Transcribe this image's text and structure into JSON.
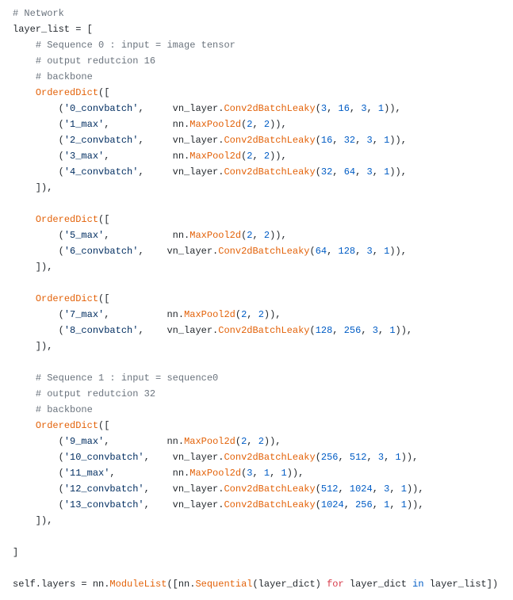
{
  "colors": {
    "comment": "#6a737d",
    "string": "#032f62",
    "function": "#e36209",
    "number": "#005cc5",
    "keyword": "#d73a49",
    "text": "#24292e",
    "background": "#ffffff"
  },
  "lines": [
    [
      {
        "t": "c",
        "v": "# Network"
      }
    ],
    [
      {
        "t": "p",
        "v": "layer_list = ["
      }
    ],
    [
      {
        "t": "p",
        "v": "    "
      },
      {
        "t": "c",
        "v": "# Sequence 0 : input = image tensor"
      }
    ],
    [
      {
        "t": "p",
        "v": "    "
      },
      {
        "t": "c",
        "v": "# output redutcion 16"
      }
    ],
    [
      {
        "t": "p",
        "v": "    "
      },
      {
        "t": "c",
        "v": "# backbone"
      }
    ],
    [
      {
        "t": "p",
        "v": "    "
      },
      {
        "t": "f",
        "v": "OrderedDict"
      },
      {
        "t": "p",
        "v": "(["
      }
    ],
    [
      {
        "t": "p",
        "v": "        ("
      },
      {
        "t": "s",
        "v": "'0_convbatch'"
      },
      {
        "t": "p",
        "v": ",     vn_layer."
      },
      {
        "t": "f",
        "v": "Conv2dBatchLeaky"
      },
      {
        "t": "p",
        "v": "("
      },
      {
        "t": "n",
        "v": "3"
      },
      {
        "t": "p",
        "v": ", "
      },
      {
        "t": "n",
        "v": "16"
      },
      {
        "t": "p",
        "v": ", "
      },
      {
        "t": "n",
        "v": "3"
      },
      {
        "t": "p",
        "v": ", "
      },
      {
        "t": "n",
        "v": "1"
      },
      {
        "t": "p",
        "v": ")),"
      }
    ],
    [
      {
        "t": "p",
        "v": "        ("
      },
      {
        "t": "s",
        "v": "'1_max'"
      },
      {
        "t": "p",
        "v": ",           nn."
      },
      {
        "t": "f",
        "v": "MaxPool2d"
      },
      {
        "t": "p",
        "v": "("
      },
      {
        "t": "n",
        "v": "2"
      },
      {
        "t": "p",
        "v": ", "
      },
      {
        "t": "n",
        "v": "2"
      },
      {
        "t": "p",
        "v": ")),"
      }
    ],
    [
      {
        "t": "p",
        "v": "        ("
      },
      {
        "t": "s",
        "v": "'2_convbatch'"
      },
      {
        "t": "p",
        "v": ",     vn_layer."
      },
      {
        "t": "f",
        "v": "Conv2dBatchLeaky"
      },
      {
        "t": "p",
        "v": "("
      },
      {
        "t": "n",
        "v": "16"
      },
      {
        "t": "p",
        "v": ", "
      },
      {
        "t": "n",
        "v": "32"
      },
      {
        "t": "p",
        "v": ", "
      },
      {
        "t": "n",
        "v": "3"
      },
      {
        "t": "p",
        "v": ", "
      },
      {
        "t": "n",
        "v": "1"
      },
      {
        "t": "p",
        "v": ")),"
      }
    ],
    [
      {
        "t": "p",
        "v": "        ("
      },
      {
        "t": "s",
        "v": "'3_max'"
      },
      {
        "t": "p",
        "v": ",           nn."
      },
      {
        "t": "f",
        "v": "MaxPool2d"
      },
      {
        "t": "p",
        "v": "("
      },
      {
        "t": "n",
        "v": "2"
      },
      {
        "t": "p",
        "v": ", "
      },
      {
        "t": "n",
        "v": "2"
      },
      {
        "t": "p",
        "v": ")),"
      }
    ],
    [
      {
        "t": "p",
        "v": "        ("
      },
      {
        "t": "s",
        "v": "'4_convbatch'"
      },
      {
        "t": "p",
        "v": ",     vn_layer."
      },
      {
        "t": "f",
        "v": "Conv2dBatchLeaky"
      },
      {
        "t": "p",
        "v": "("
      },
      {
        "t": "n",
        "v": "32"
      },
      {
        "t": "p",
        "v": ", "
      },
      {
        "t": "n",
        "v": "64"
      },
      {
        "t": "p",
        "v": ", "
      },
      {
        "t": "n",
        "v": "3"
      },
      {
        "t": "p",
        "v": ", "
      },
      {
        "t": "n",
        "v": "1"
      },
      {
        "t": "p",
        "v": ")),"
      }
    ],
    [
      {
        "t": "p",
        "v": "    ]),"
      }
    ],
    [],
    [
      {
        "t": "p",
        "v": "    "
      },
      {
        "t": "f",
        "v": "OrderedDict"
      },
      {
        "t": "p",
        "v": "(["
      }
    ],
    [
      {
        "t": "p",
        "v": "        ("
      },
      {
        "t": "s",
        "v": "'5_max'"
      },
      {
        "t": "p",
        "v": ",           nn."
      },
      {
        "t": "f",
        "v": "MaxPool2d"
      },
      {
        "t": "p",
        "v": "("
      },
      {
        "t": "n",
        "v": "2"
      },
      {
        "t": "p",
        "v": ", "
      },
      {
        "t": "n",
        "v": "2"
      },
      {
        "t": "p",
        "v": ")),"
      }
    ],
    [
      {
        "t": "p",
        "v": "        ("
      },
      {
        "t": "s",
        "v": "'6_convbatch'"
      },
      {
        "t": "p",
        "v": ",    vn_layer."
      },
      {
        "t": "f",
        "v": "Conv2dBatchLeaky"
      },
      {
        "t": "p",
        "v": "("
      },
      {
        "t": "n",
        "v": "64"
      },
      {
        "t": "p",
        "v": ", "
      },
      {
        "t": "n",
        "v": "128"
      },
      {
        "t": "p",
        "v": ", "
      },
      {
        "t": "n",
        "v": "3"
      },
      {
        "t": "p",
        "v": ", "
      },
      {
        "t": "n",
        "v": "1"
      },
      {
        "t": "p",
        "v": ")),"
      }
    ],
    [
      {
        "t": "p",
        "v": "    ]),"
      }
    ],
    [],
    [
      {
        "t": "p",
        "v": "    "
      },
      {
        "t": "f",
        "v": "OrderedDict"
      },
      {
        "t": "p",
        "v": "(["
      }
    ],
    [
      {
        "t": "p",
        "v": "        ("
      },
      {
        "t": "s",
        "v": "'7_max'"
      },
      {
        "t": "p",
        "v": ",          nn."
      },
      {
        "t": "f",
        "v": "MaxPool2d"
      },
      {
        "t": "p",
        "v": "("
      },
      {
        "t": "n",
        "v": "2"
      },
      {
        "t": "p",
        "v": ", "
      },
      {
        "t": "n",
        "v": "2"
      },
      {
        "t": "p",
        "v": ")),"
      }
    ],
    [
      {
        "t": "p",
        "v": "        ("
      },
      {
        "t": "s",
        "v": "'8_convbatch'"
      },
      {
        "t": "p",
        "v": ",    vn_layer."
      },
      {
        "t": "f",
        "v": "Conv2dBatchLeaky"
      },
      {
        "t": "p",
        "v": "("
      },
      {
        "t": "n",
        "v": "128"
      },
      {
        "t": "p",
        "v": ", "
      },
      {
        "t": "n",
        "v": "256"
      },
      {
        "t": "p",
        "v": ", "
      },
      {
        "t": "n",
        "v": "3"
      },
      {
        "t": "p",
        "v": ", "
      },
      {
        "t": "n",
        "v": "1"
      },
      {
        "t": "p",
        "v": ")),"
      }
    ],
    [
      {
        "t": "p",
        "v": "    ]),"
      }
    ],
    [],
    [
      {
        "t": "p",
        "v": "    "
      },
      {
        "t": "c",
        "v": "# Sequence 1 : input = sequence0"
      }
    ],
    [
      {
        "t": "p",
        "v": "    "
      },
      {
        "t": "c",
        "v": "# output redutcion 32"
      }
    ],
    [
      {
        "t": "p",
        "v": "    "
      },
      {
        "t": "c",
        "v": "# backbone"
      }
    ],
    [
      {
        "t": "p",
        "v": "    "
      },
      {
        "t": "f",
        "v": "OrderedDict"
      },
      {
        "t": "p",
        "v": "(["
      }
    ],
    [
      {
        "t": "p",
        "v": "        ("
      },
      {
        "t": "s",
        "v": "'9_max'"
      },
      {
        "t": "p",
        "v": ",          nn."
      },
      {
        "t": "f",
        "v": "MaxPool2d"
      },
      {
        "t": "p",
        "v": "("
      },
      {
        "t": "n",
        "v": "2"
      },
      {
        "t": "p",
        "v": ", "
      },
      {
        "t": "n",
        "v": "2"
      },
      {
        "t": "p",
        "v": ")),"
      }
    ],
    [
      {
        "t": "p",
        "v": "        ("
      },
      {
        "t": "s",
        "v": "'10_convbatch'"
      },
      {
        "t": "p",
        "v": ",    vn_layer."
      },
      {
        "t": "f",
        "v": "Conv2dBatchLeaky"
      },
      {
        "t": "p",
        "v": "("
      },
      {
        "t": "n",
        "v": "256"
      },
      {
        "t": "p",
        "v": ", "
      },
      {
        "t": "n",
        "v": "512"
      },
      {
        "t": "p",
        "v": ", "
      },
      {
        "t": "n",
        "v": "3"
      },
      {
        "t": "p",
        "v": ", "
      },
      {
        "t": "n",
        "v": "1"
      },
      {
        "t": "p",
        "v": ")),"
      }
    ],
    [
      {
        "t": "p",
        "v": "        ("
      },
      {
        "t": "s",
        "v": "'11_max'"
      },
      {
        "t": "p",
        "v": ",          nn."
      },
      {
        "t": "f",
        "v": "MaxPool2d"
      },
      {
        "t": "p",
        "v": "("
      },
      {
        "t": "n",
        "v": "3"
      },
      {
        "t": "p",
        "v": ", "
      },
      {
        "t": "n",
        "v": "1"
      },
      {
        "t": "p",
        "v": ", "
      },
      {
        "t": "n",
        "v": "1"
      },
      {
        "t": "p",
        "v": ")),"
      }
    ],
    [
      {
        "t": "p",
        "v": "        ("
      },
      {
        "t": "s",
        "v": "'12_convbatch'"
      },
      {
        "t": "p",
        "v": ",    vn_layer."
      },
      {
        "t": "f",
        "v": "Conv2dBatchLeaky"
      },
      {
        "t": "p",
        "v": "("
      },
      {
        "t": "n",
        "v": "512"
      },
      {
        "t": "p",
        "v": ", "
      },
      {
        "t": "n",
        "v": "1024"
      },
      {
        "t": "p",
        "v": ", "
      },
      {
        "t": "n",
        "v": "3"
      },
      {
        "t": "p",
        "v": ", "
      },
      {
        "t": "n",
        "v": "1"
      },
      {
        "t": "p",
        "v": ")),"
      }
    ],
    [
      {
        "t": "p",
        "v": "        ("
      },
      {
        "t": "s",
        "v": "'13_convbatch'"
      },
      {
        "t": "p",
        "v": ",    vn_layer."
      },
      {
        "t": "f",
        "v": "Conv2dBatchLeaky"
      },
      {
        "t": "p",
        "v": "("
      },
      {
        "t": "n",
        "v": "1024"
      },
      {
        "t": "p",
        "v": ", "
      },
      {
        "t": "n",
        "v": "256"
      },
      {
        "t": "p",
        "v": ", "
      },
      {
        "t": "n",
        "v": "1"
      },
      {
        "t": "p",
        "v": ", "
      },
      {
        "t": "n",
        "v": "1"
      },
      {
        "t": "p",
        "v": ")),"
      }
    ],
    [
      {
        "t": "p",
        "v": "    ]),"
      }
    ],
    [],
    [
      {
        "t": "p",
        "v": "]"
      }
    ],
    [],
    [
      {
        "t": "p",
        "v": "self.layers = nn."
      },
      {
        "t": "f",
        "v": "ModuleList"
      },
      {
        "t": "p",
        "v": "([nn."
      },
      {
        "t": "f",
        "v": "Sequential"
      },
      {
        "t": "p",
        "v": "(layer_dict) "
      },
      {
        "t": "k",
        "v": "for"
      },
      {
        "t": "p",
        "v": " layer_dict "
      },
      {
        "t": "b",
        "v": "in"
      },
      {
        "t": "p",
        "v": " layer_list])"
      }
    ]
  ]
}
